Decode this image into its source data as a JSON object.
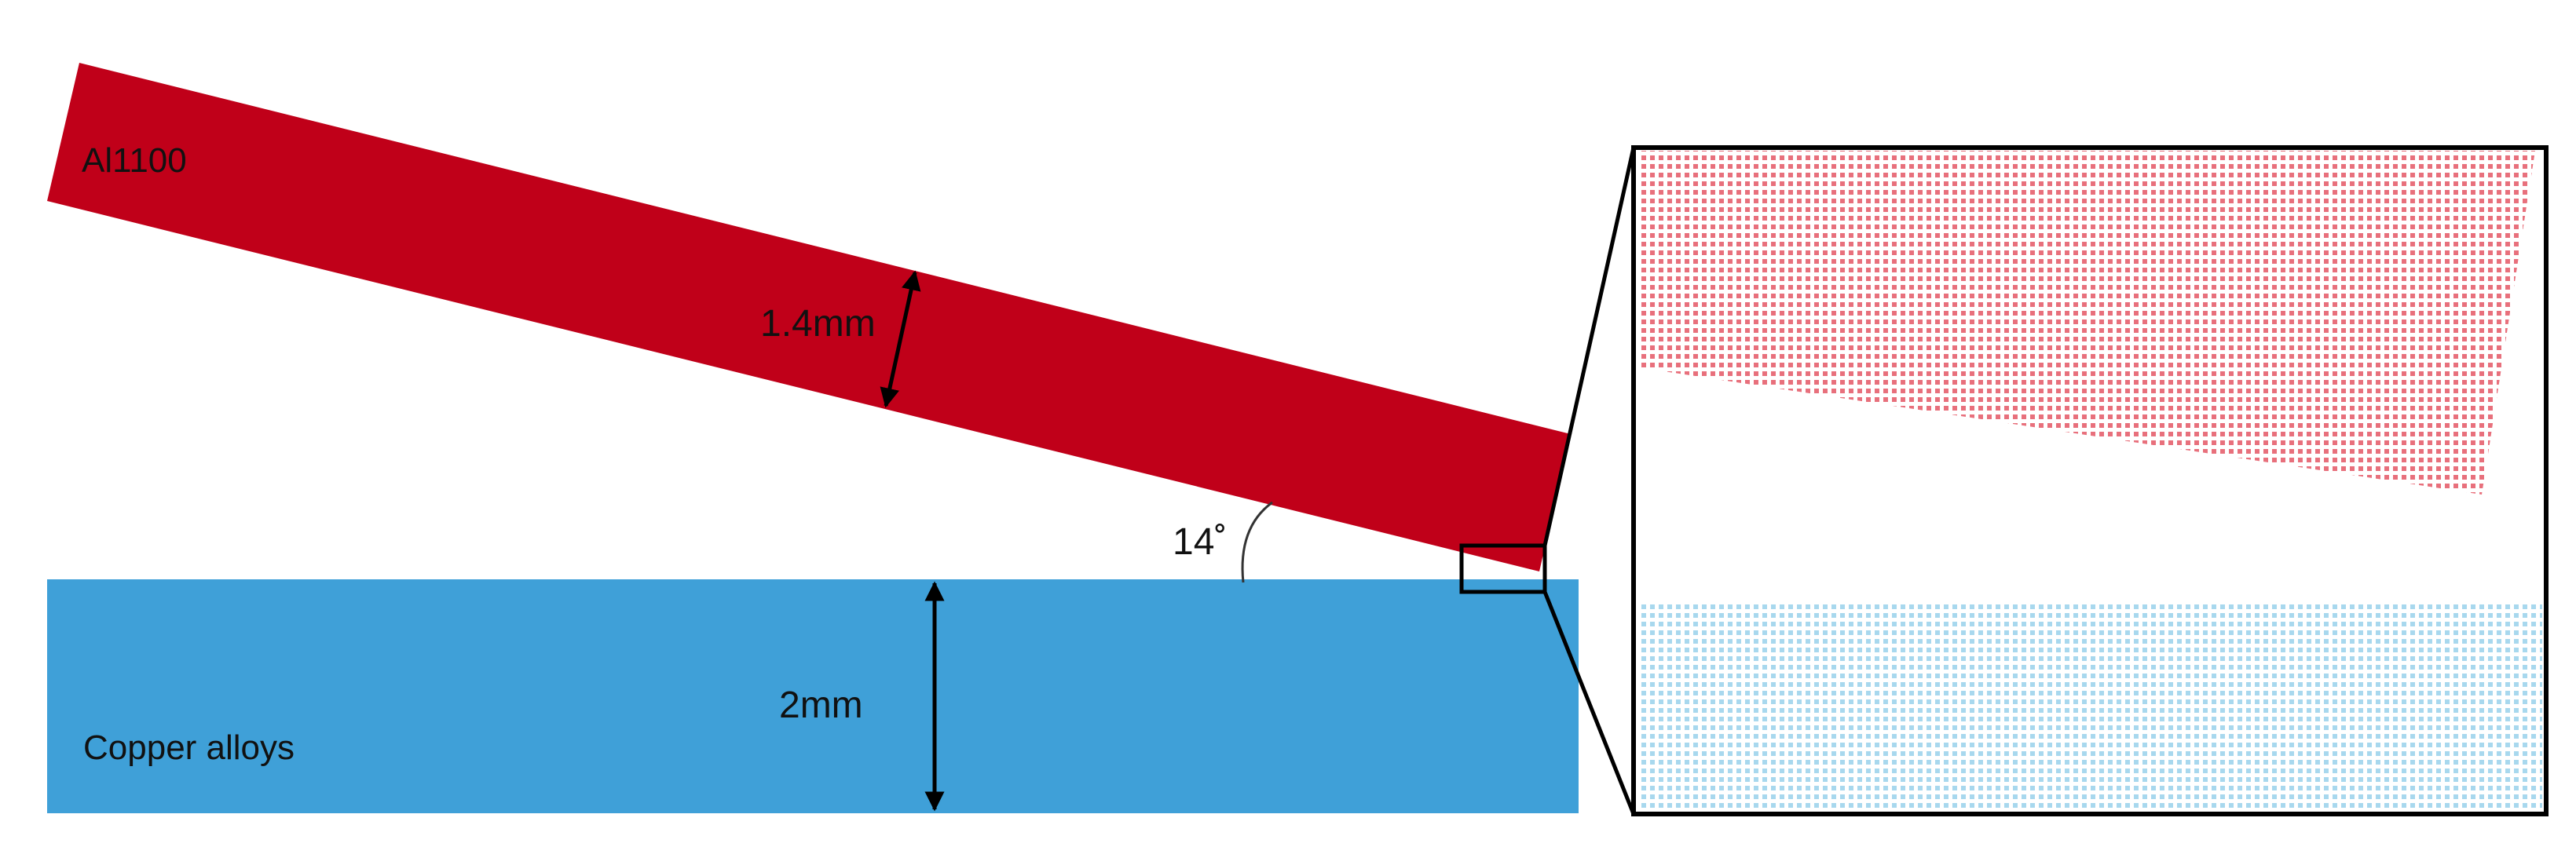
{
  "diagram": {
    "materials": {
      "top_plate": "Al1100",
      "bottom_plate": "Copper alloys"
    },
    "dimensions": {
      "top_thickness": "1.4mm",
      "bottom_thickness": "2mm",
      "angle": "14˚"
    },
    "colors": {
      "top_plate": "#C00019",
      "bottom_plate": "#3FA0D8",
      "zoom_top_mesh": "#E8707C",
      "zoom_bottom_mesh": "#8CCDE6",
      "outline": "#000000"
    }
  }
}
